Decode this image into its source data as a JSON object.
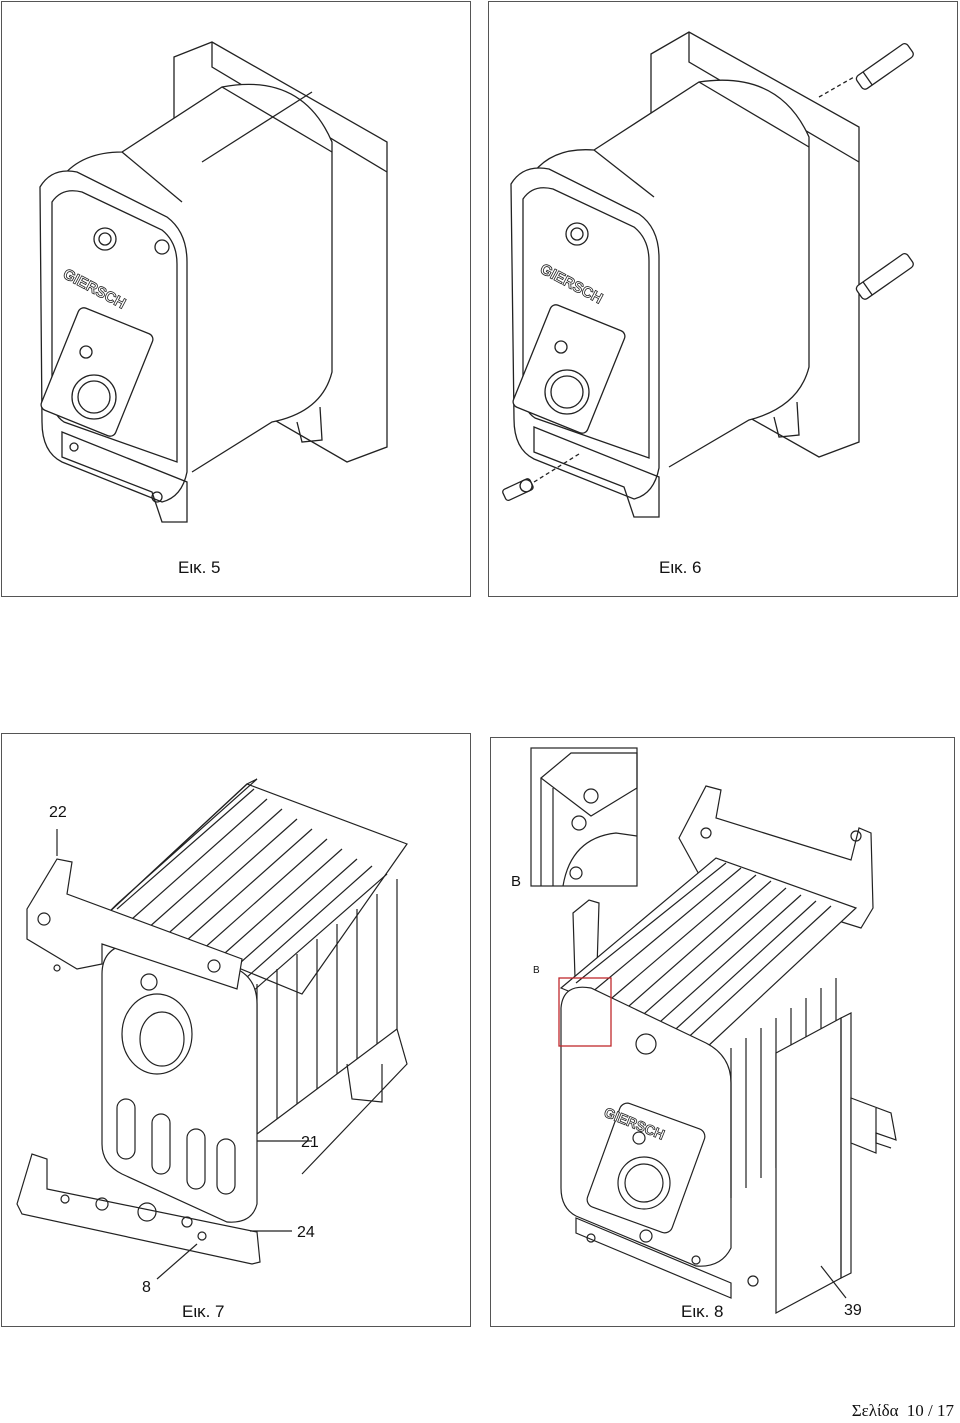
{
  "figures": {
    "fig5": {
      "caption": "Εικ. 5",
      "brand": "GIERSCH"
    },
    "fig6": {
      "caption": "Εικ. 6",
      "brand": "GIERSCH"
    },
    "fig7": {
      "caption": "Εικ. 7",
      "callouts": {
        "c22": "22",
        "c21": "21",
        "c24": "24",
        "c8": "8"
      }
    },
    "fig8": {
      "caption": "Εικ. 8",
      "brand": "GIERSCH",
      "callouts": {
        "B_inset": "B",
        "B_small": "B",
        "c39": "39"
      }
    }
  },
  "footer": {
    "label": "Σελίδα",
    "page": "10 / 17"
  }
}
